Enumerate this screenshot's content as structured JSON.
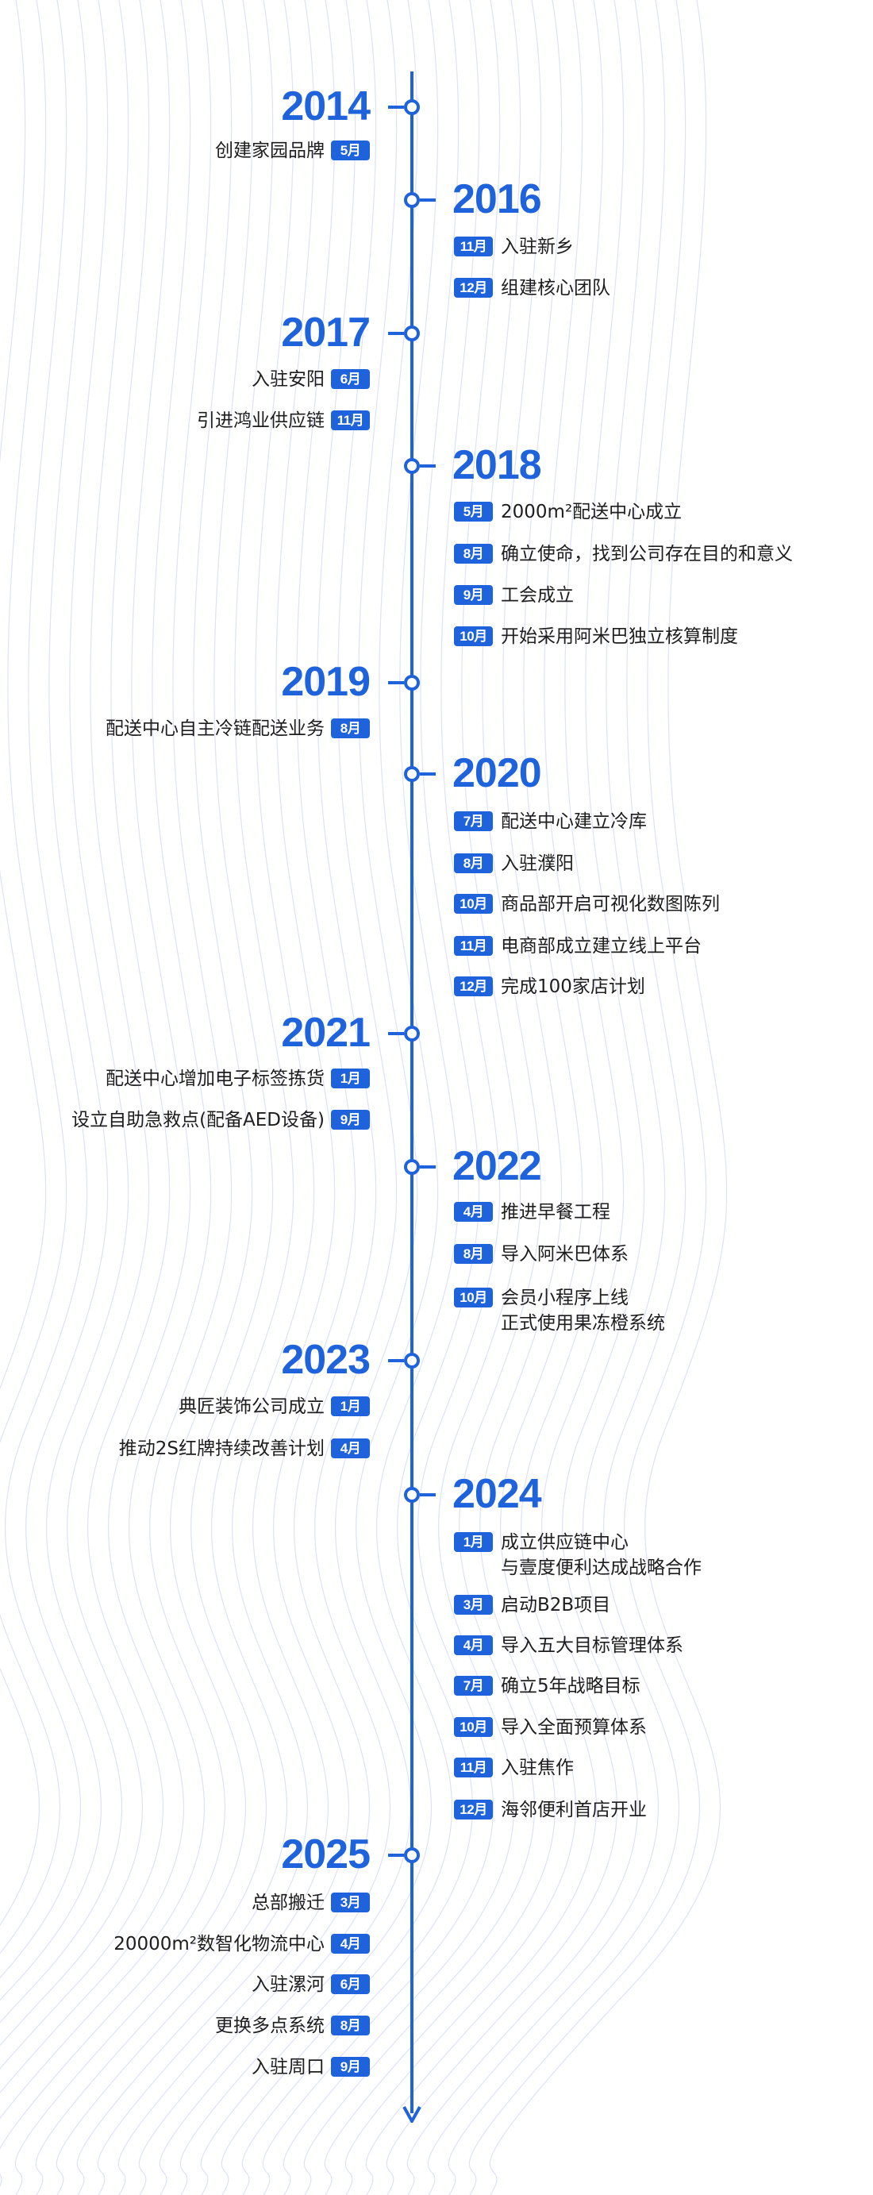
{
  "colors": {
    "accent": "#1f63dc",
    "text": "#1d1d1d",
    "background": "#ffffff",
    "wave_lines": "#dde2f7"
  },
  "icons": {
    "timeline_arrow": "arrow-down-icon",
    "node": "circle-node-icon"
  },
  "timeline": [
    {
      "year": "2014",
      "side": "left",
      "events": [
        {
          "month": "5月",
          "text": "创建家园品牌"
        }
      ]
    },
    {
      "year": "2016",
      "side": "right",
      "events": [
        {
          "month": "11月",
          "text": "入驻新乡"
        },
        {
          "month": "12月",
          "text": "组建核心团队"
        }
      ]
    },
    {
      "year": "2017",
      "side": "left",
      "events": [
        {
          "month": "6月",
          "text": "入驻安阳"
        },
        {
          "month": "11月",
          "text": "引进鸿业供应链"
        }
      ]
    },
    {
      "year": "2018",
      "side": "right",
      "events": [
        {
          "month": "5月",
          "text": "2000m²配送中心成立"
        },
        {
          "month": "8月",
          "text": "确立使命，找到公司存在目的和意义"
        },
        {
          "month": "9月",
          "text": "工会成立"
        },
        {
          "month": "10月",
          "text": "开始采用阿米巴独立核算制度"
        }
      ]
    },
    {
      "year": "2019",
      "side": "left",
      "events": [
        {
          "month": "8月",
          "text": "配送中心自主冷链配送业务"
        }
      ]
    },
    {
      "year": "2020",
      "side": "right",
      "events": [
        {
          "month": "7月",
          "text": "配送中心建立冷库"
        },
        {
          "month": "8月",
          "text": "入驻濮阳"
        },
        {
          "month": "10月",
          "text": "商品部开启可视化数图陈列"
        },
        {
          "month": "11月",
          "text": "电商部成立建立线上平台"
        },
        {
          "month": "12月",
          "text": "完成100家店计划"
        }
      ]
    },
    {
      "year": "2021",
      "side": "left",
      "events": [
        {
          "month": "1月",
          "text": "配送中心增加电子标签拣货"
        },
        {
          "month": "9月",
          "text": "设立自助急救点(配备AED设备)"
        }
      ]
    },
    {
      "year": "2022",
      "side": "right",
      "events": [
        {
          "month": "4月",
          "text": "推进早餐工程"
        },
        {
          "month": "8月",
          "text": "导入阿米巴体系"
        },
        {
          "month": "10月",
          "text": "会员小程序上线",
          "text2": "正式使用果冻橙系统"
        }
      ]
    },
    {
      "year": "2023",
      "side": "left",
      "events": [
        {
          "month": "1月",
          "text": "典匠装饰公司成立"
        },
        {
          "month": "4月",
          "text": "推动2S红牌持续改善计划"
        }
      ]
    },
    {
      "year": "2024",
      "side": "right",
      "events": [
        {
          "month": "1月",
          "text": "成立供应链中心",
          "text2": "与壹度便利达成战略合作"
        },
        {
          "month": "3月",
          "text": "启动B2B项目"
        },
        {
          "month": "4月",
          "text": "导入五大目标管理体系"
        },
        {
          "month": "7月",
          "text": "确立5年战略目标"
        },
        {
          "month": "10月",
          "text": "导入全面预算体系"
        },
        {
          "month": "11月",
          "text": "入驻焦作"
        },
        {
          "month": "12月",
          "text": "海邻便利首店开业"
        }
      ]
    },
    {
      "year": "2025",
      "side": "left",
      "events": [
        {
          "month": "3月",
          "text": "总部搬迁"
        },
        {
          "month": "4月",
          "text": "20000m²数智化物流中心"
        },
        {
          "month": "6月",
          "text": "入驻漯河"
        },
        {
          "month": "8月",
          "text": "更换多点系统"
        },
        {
          "month": "9月",
          "text": "入驻周口"
        }
      ]
    }
  ]
}
